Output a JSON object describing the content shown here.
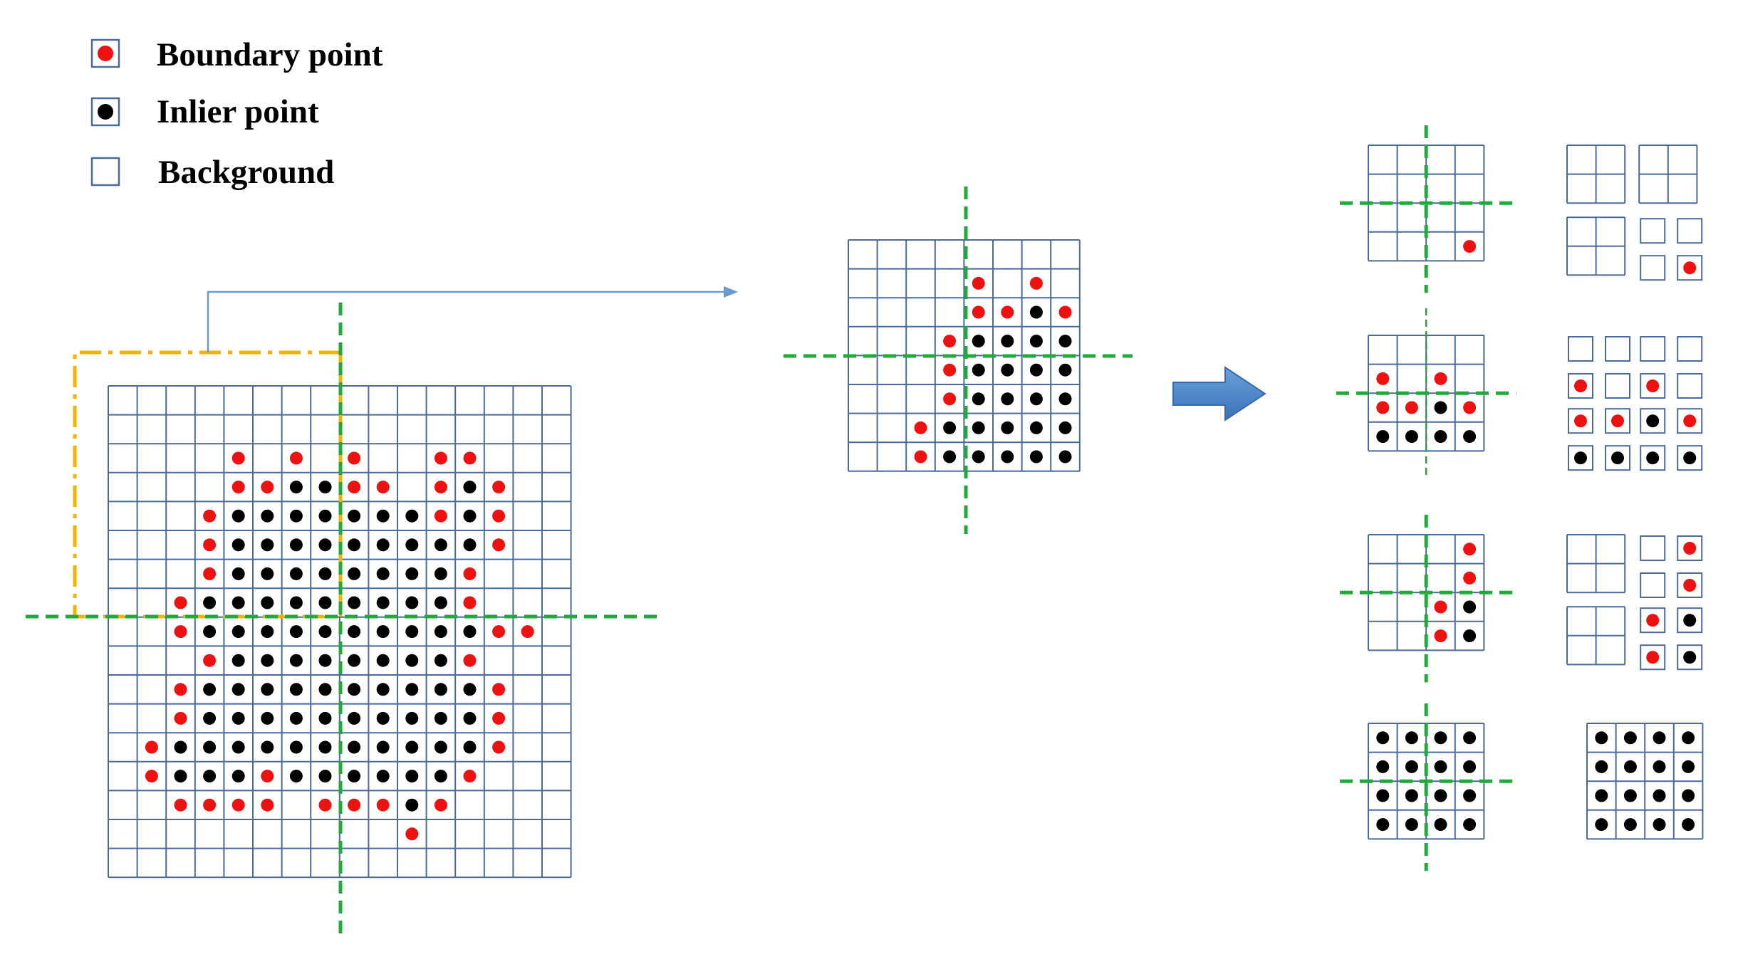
{
  "legend": {
    "items": [
      {
        "label": "Boundary point",
        "type": "boundary"
      },
      {
        "label": "Inlier point",
        "type": "inlier"
      },
      {
        "label": "Background",
        "type": "background"
      }
    ]
  },
  "colors": {
    "grid": "#4a6a9a",
    "boundary": "#ee1111",
    "inlier": "#000000",
    "divider": "#1faa3a",
    "crop": "#f0b400",
    "connector": "#6a9ad0",
    "arrow": "#4a86c8"
  },
  "main_grid": {
    "size": 16,
    "rows": [
      "................",
      "................",
      "....B.B.B..BB...",
      "....BBIIBB.BIB..",
      "...BIIIIIIIBIB..",
      "...BIIIIIIIIIB..",
      "...BIIIIIIIIB...",
      "..BIIIIIIIIIB...",
      "..BIIIIIIIIIIBB.",
      "...BIIIIIIIIB...",
      "..BIIIIIIIIIIB..",
      "..BIIIIIIIIIIB..",
      ".BIIIIIIIIIIIB..",
      ".BIIIBIIIIIIB...",
      "..BBBB.BBBIB....",
      "..........B.....",
      "................"
    ]
  },
  "crop_grid": {
    "size": 8,
    "rows": [
      "........",
      "....B.B.",
      "....BBIB",
      "...BIIII",
      "...BIIII",
      "...BIIII",
      "..BIIIII",
      "..BIIIII"
    ]
  },
  "stages": [
    {
      "rows": [
        "....",
        "....",
        "....",
        "...B"
      ]
    },
    {
      "rows": [
        "....",
        "B.B.",
        "BBIB",
        "IIII"
      ]
    },
    {
      "rows": [
        "...B",
        "...B",
        "..BI",
        "..BI"
      ]
    },
    {
      "rows": [
        "IIII",
        "IIII",
        "IIII",
        "IIII"
      ]
    }
  ]
}
